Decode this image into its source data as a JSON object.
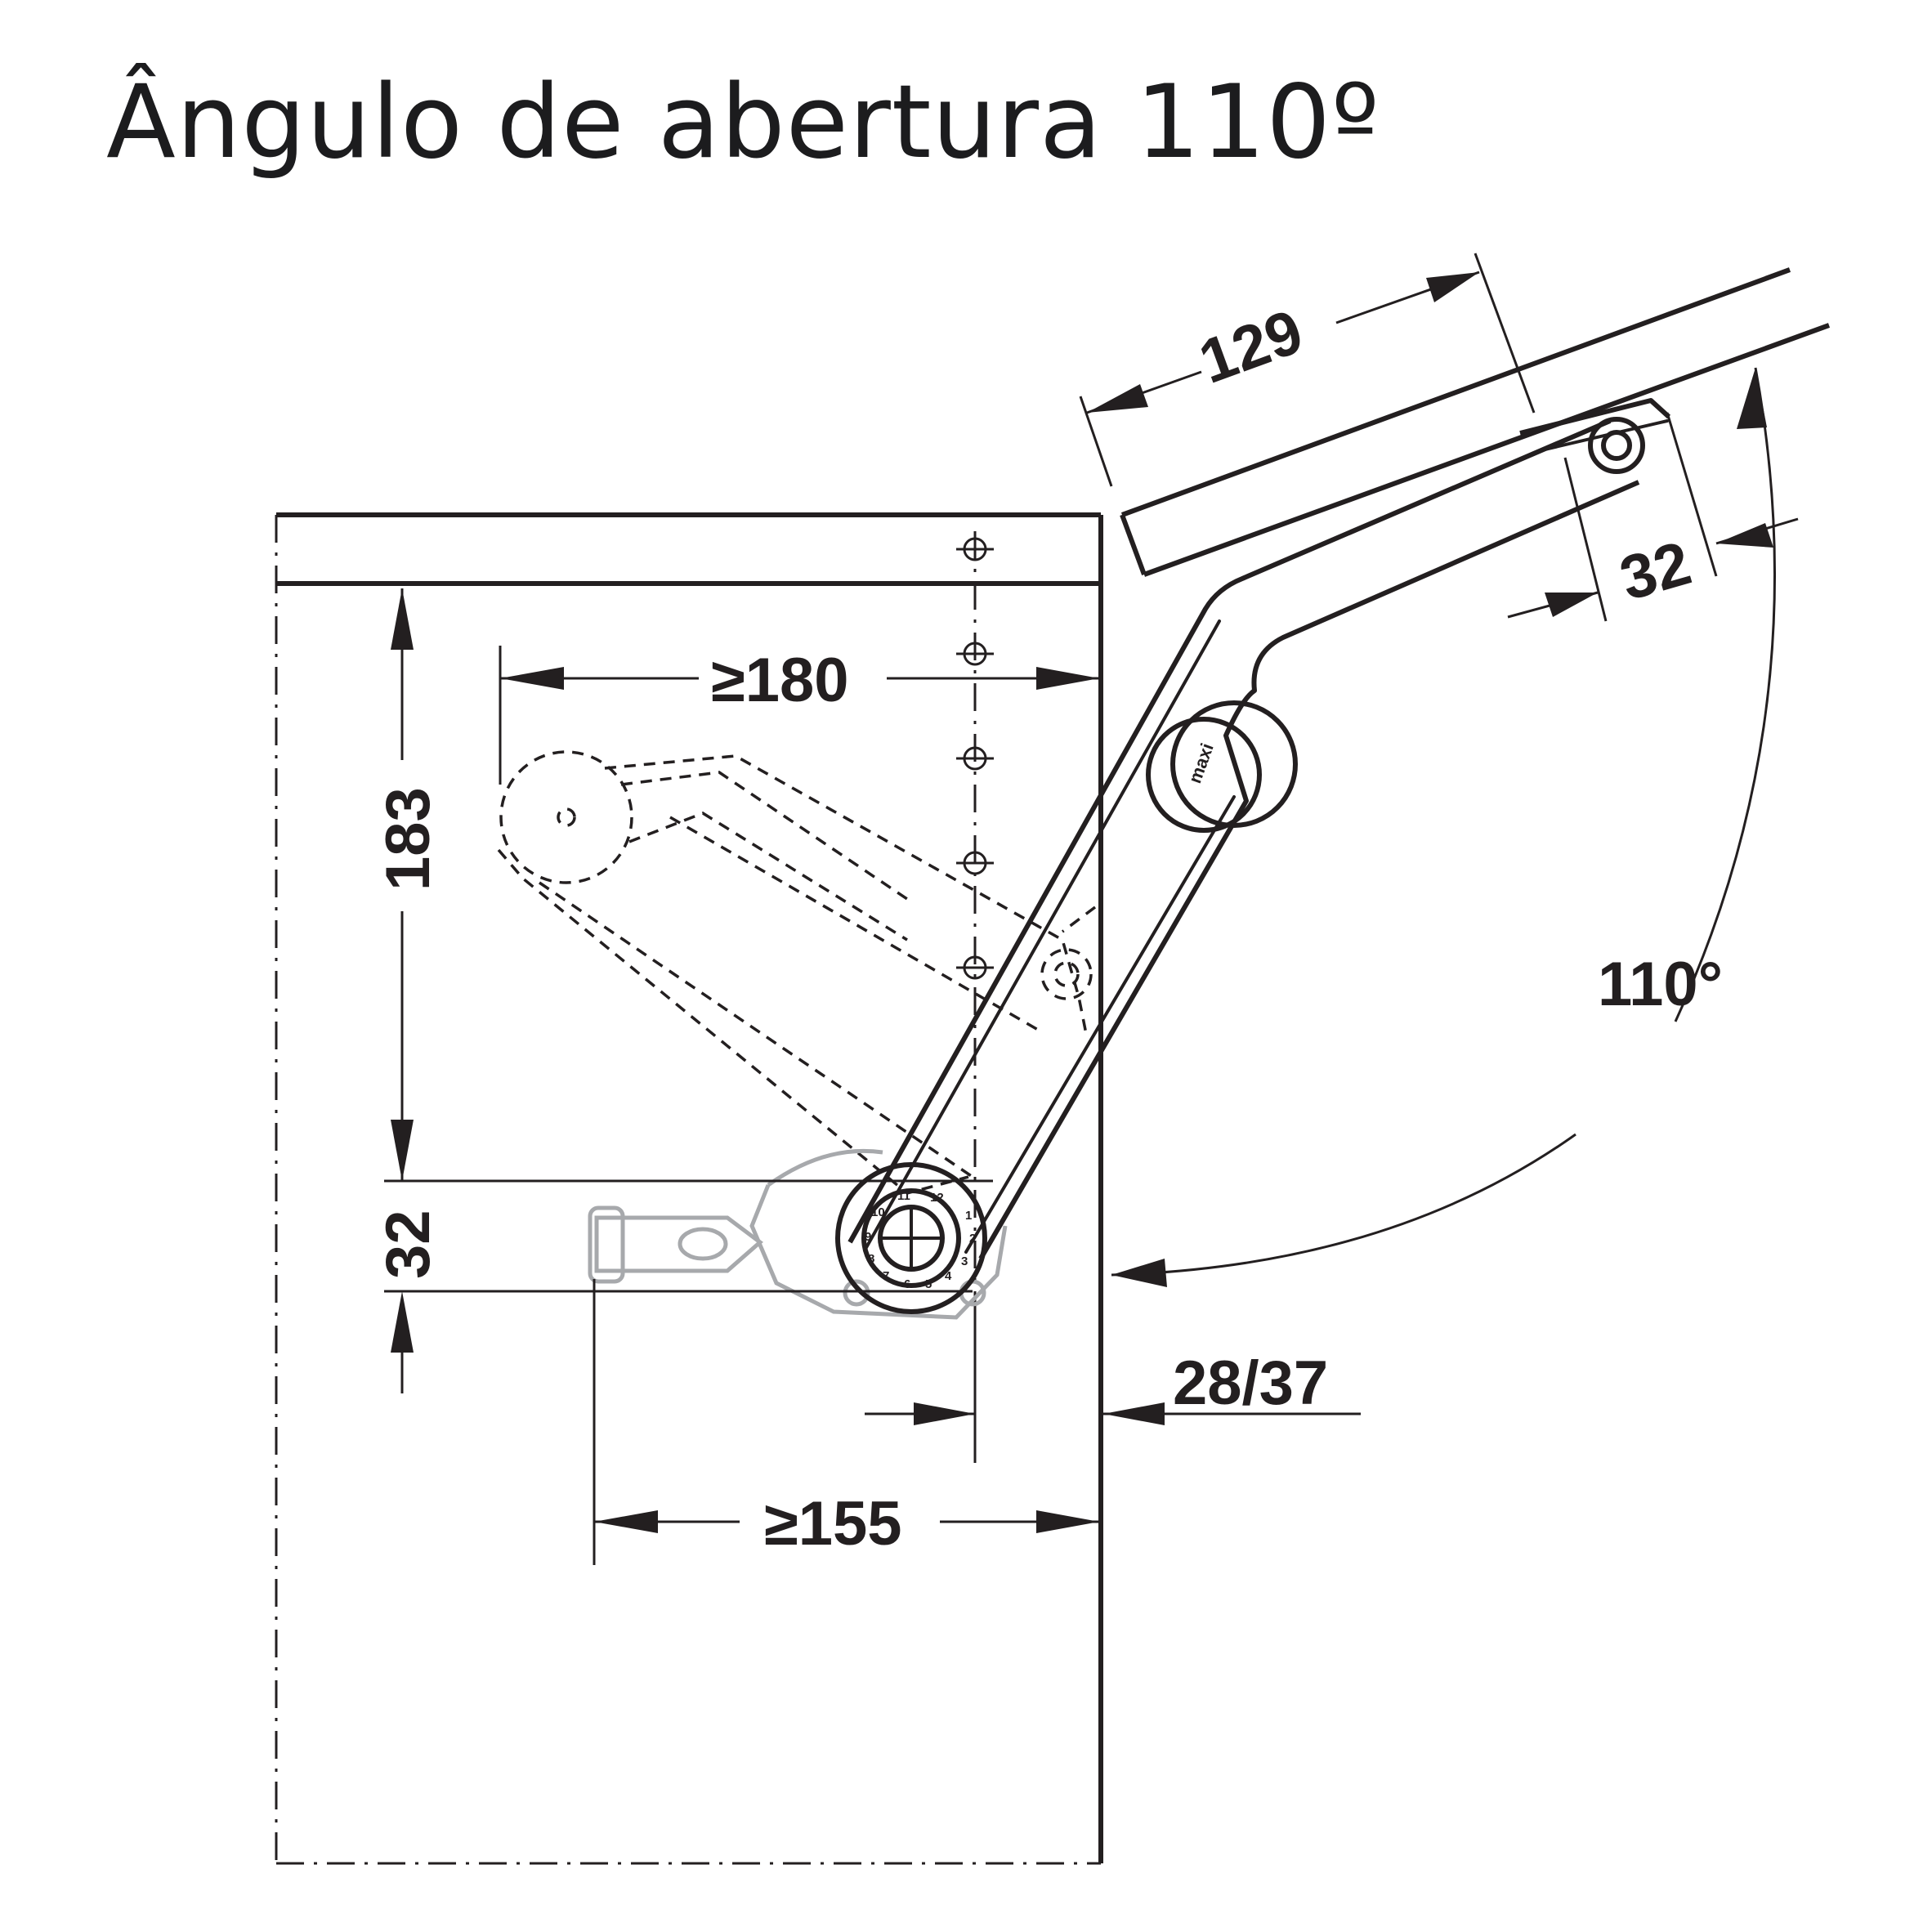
{
  "title": "Ângulo de abertura 110º",
  "brand_mark": "maxi",
  "dimensions": {
    "door_thickness": "129",
    "open_offset": "32",
    "opening_angle": "110°",
    "min_depth_top": "≥180",
    "height": "183",
    "bottom_offset": "32",
    "panel_thickness": "28/37",
    "min_depth_bottom": "≥155"
  },
  "adjust_scale": [
    "1",
    "2",
    "3",
    "4",
    "5",
    "6",
    "7",
    "8",
    "9",
    "10",
    "11",
    "12"
  ]
}
